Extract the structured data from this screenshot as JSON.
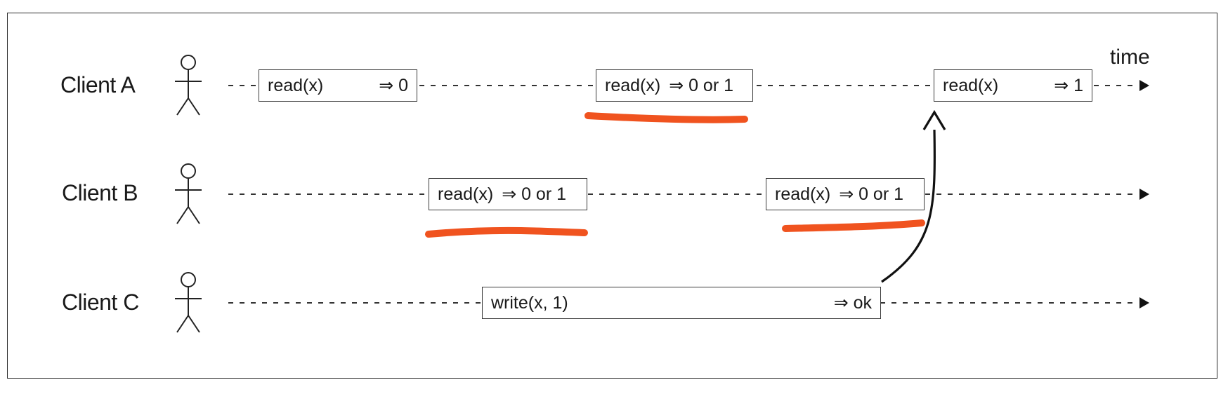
{
  "time_label": "time",
  "clients": [
    {
      "name": "Client A"
    },
    {
      "name": "Client B"
    },
    {
      "name": "Client C"
    }
  ],
  "operations": [
    {
      "client": "Client A",
      "op": "read(x)",
      "result": "⇒ 0"
    },
    {
      "client": "Client A",
      "op": "read(x)",
      "result": "⇒ 0 or 1",
      "underlined": true
    },
    {
      "client": "Client A",
      "op": "read(x)",
      "result": "⇒ 1"
    },
    {
      "client": "Client B",
      "op": "read(x)",
      "result": "⇒ 0 or 1",
      "underlined": true
    },
    {
      "client": "Client B",
      "op": "read(x)",
      "result": "⇒ 0 or 1",
      "underlined": true
    },
    {
      "client": "Client C",
      "op": "write(x, 1)",
      "result": "⇒ ok"
    }
  ],
  "colors": {
    "line": "#333333",
    "highlight": "#f0531f"
  }
}
